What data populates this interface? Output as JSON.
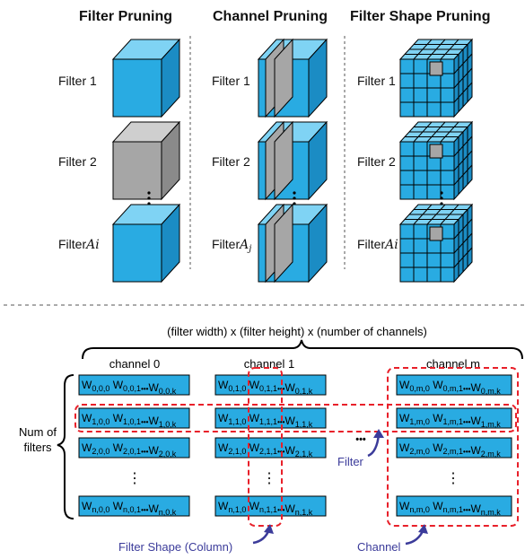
{
  "titles": {
    "filter_pruning": "Filter Pruning",
    "channel_pruning": "Channel Pruning",
    "filter_shape_pruning": "Filter Shape Pruning"
  },
  "filter_labels": {
    "filter1": "Filter 1",
    "filter2": "Filter 2",
    "filter_prefix": "Filter",
    "filter_var_fp": "A",
    "filter_var_fp_sub": "i",
    "filter_var_cp": "A",
    "filter_var_cp_sub": "j",
    "filter_var_fsp": "A",
    "filter_var_fsp_sub": "i"
  },
  "matrix": {
    "dimension_caption": "(filter width) x (filter height) x (number of channels)",
    "channel_headers": [
      "channel 0",
      "channel 1",
      "channel m"
    ],
    "num_filters_label_line1": "Num of",
    "num_filters_label_line2": "filters",
    "rows": [
      [
        [
          "0,0,0",
          "0,0,1",
          "0,0,k"
        ],
        [
          "0,1,0",
          "0,1,1",
          "0,1,k"
        ],
        [
          "0,m,0",
          "0,m,1",
          "0,m,k"
        ]
      ],
      [
        [
          "1,0,0",
          "1,0,1",
          "1,0,k"
        ],
        [
          "1,1,0",
          "1,1,1",
          "1,1,k"
        ],
        [
          "1,m,0",
          "1,m,1",
          "1,m,k"
        ]
      ],
      [
        [
          "2,0,0",
          "2,0,1",
          "2,0,k"
        ],
        [
          "2,1,0",
          "2,1,1",
          "2,1,k"
        ],
        [
          "2,m,0",
          "2,m,1",
          "2,m,k"
        ]
      ],
      [
        [
          "n,0,0",
          "n,0,1",
          "n,0,k"
        ],
        [
          "n,1,0",
          "n,1,1",
          "n,1,k"
        ],
        [
          "n,m,0",
          "n,m,1",
          "n,m,k"
        ]
      ]
    ],
    "weight_symbol": "W",
    "ellipsis": "•••",
    "vertical_dots": "⋮",
    "annotations": {
      "filter": "Filter",
      "filter_shape": "Filter Shape (Column)",
      "channel": "Channel"
    }
  },
  "colors": {
    "cube_front": "#29ABE2",
    "cube_top": "#7FD3F4",
    "cube_side": "#1B8CC4",
    "pruned_front": "#A6A6A6",
    "pruned_top": "#CFCFCF",
    "pruned_side": "#8A8A8A",
    "cell_blue": "#29ABE2",
    "highlight_red": "#E8202A",
    "arrow_blue": "#3B3B9A"
  }
}
